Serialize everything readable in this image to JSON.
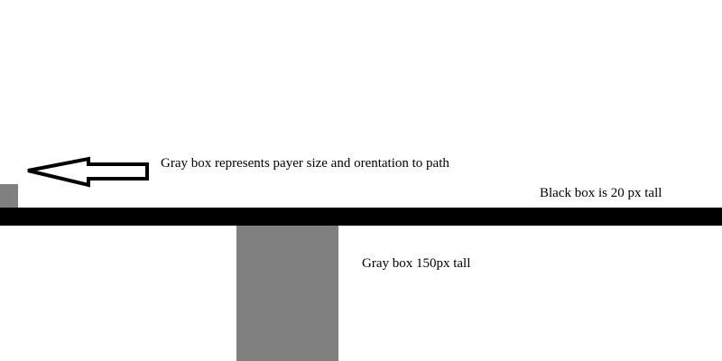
{
  "colors": {
    "background": "#ffffff",
    "gray_box": "#808080",
    "black_bar": "#000000",
    "arrow_stroke": "#000000"
  },
  "icons": {
    "arrow": "left-arrow-icon"
  },
  "annotations": {
    "player_label": "Gray box represents payer size and orentation to path",
    "black_box_label": "Black box is 20 px tall",
    "gray_box_label": "Gray box 150px tall"
  }
}
